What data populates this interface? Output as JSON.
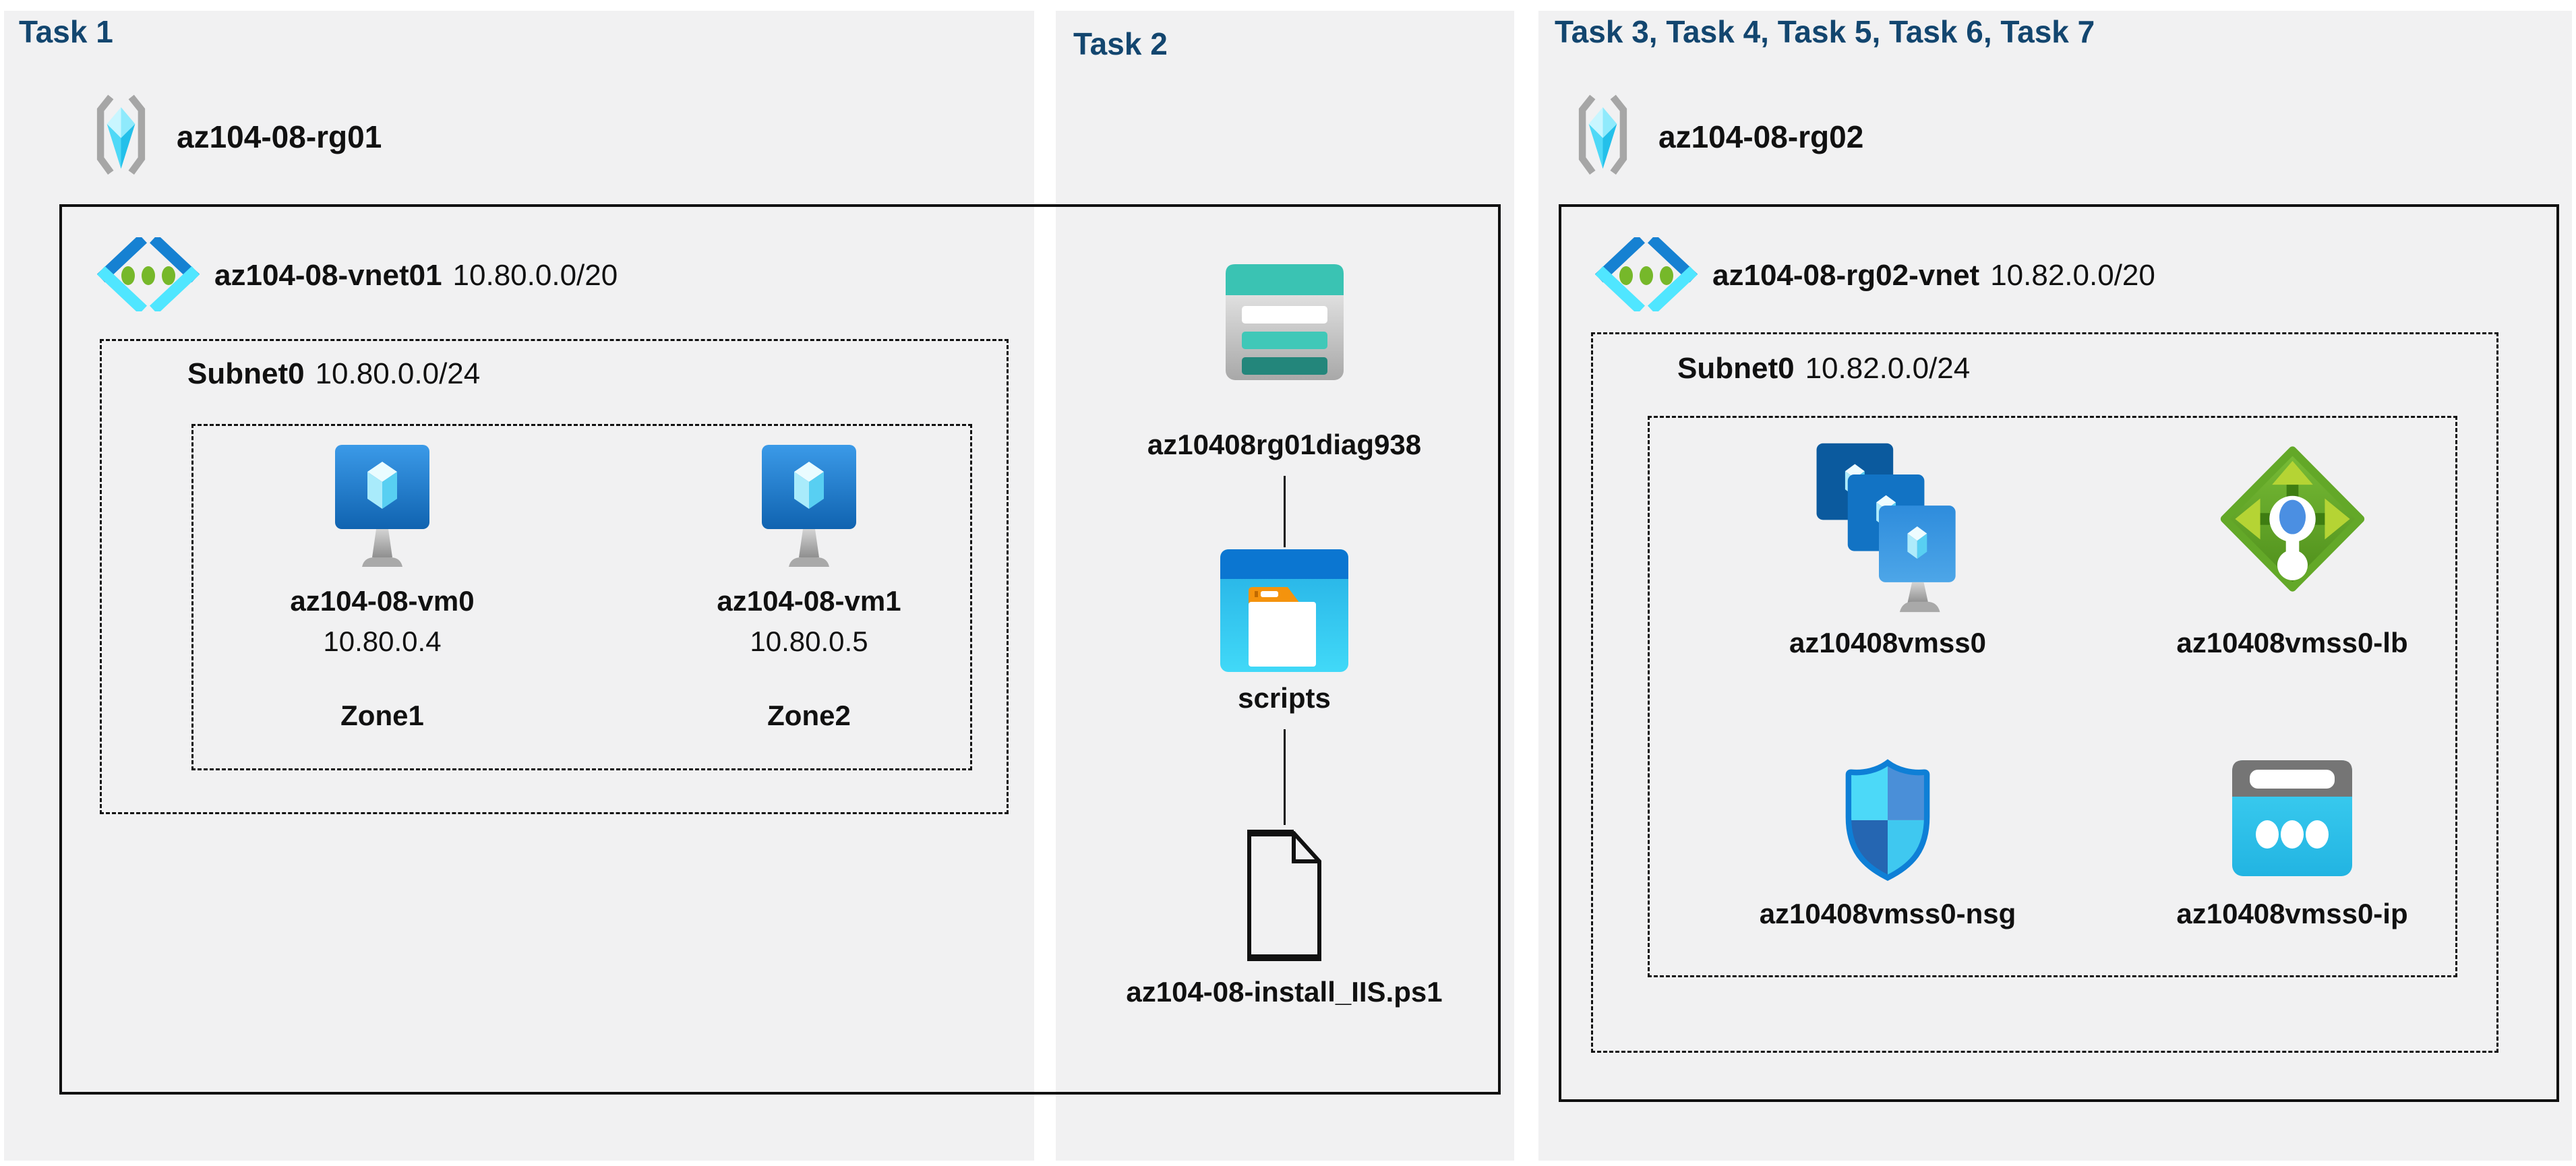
{
  "colors": {
    "header": "#13466f",
    "panel_bg": "#f1f1f2",
    "outline": "#111111"
  },
  "panels": {
    "task1": {
      "header": "Task 1",
      "resource_group": {
        "name": "az104-08-rg01",
        "icon": "resource-group-icon"
      },
      "vnet": {
        "name": "az104-08-vnet01",
        "cidr": "10.80.0.0/20",
        "icon": "virtual-network-icon"
      },
      "subnet": {
        "name": "Subnet0",
        "cidr": "10.80.0.0/24"
      },
      "vms": [
        {
          "name": "az104-08-vm0",
          "ip": "10.80.0.4",
          "zone": "Zone1",
          "icon": "virtual-machine-icon"
        },
        {
          "name": "az104-08-vm1",
          "ip": "10.80.0.5",
          "zone": "Zone2",
          "icon": "virtual-machine-icon"
        }
      ]
    },
    "task2": {
      "header": "Task 2",
      "storage_account": {
        "name": "az10408rg01diag938",
        "icon": "storage-account-icon"
      },
      "container": {
        "name": "scripts",
        "icon": "blob-container-icon"
      },
      "file": {
        "name": "az104-08-install_IIS.ps1",
        "icon": "file-icon"
      }
    },
    "task3": {
      "header": "Task 3, Task 4, Task 5, Task 6, Task 7",
      "resource_group": {
        "name": "az104-08-rg02",
        "icon": "resource-group-icon"
      },
      "vnet": {
        "name": "az104-08-rg02-vnet",
        "cidr": "10.82.0.0/20",
        "icon": "virtual-network-icon"
      },
      "subnet": {
        "name": "Subnet0",
        "cidr": "10.82.0.0/24"
      },
      "resources": [
        {
          "name": "az10408vmss0",
          "icon": "vm-scale-set-icon"
        },
        {
          "name": "az10408vmss0-lb",
          "icon": "load-balancer-icon"
        },
        {
          "name": "az10408vmss0-nsg",
          "icon": "network-security-group-icon"
        },
        {
          "name": "az10408vmss0-ip",
          "icon": "public-ip-icon"
        }
      ]
    }
  }
}
